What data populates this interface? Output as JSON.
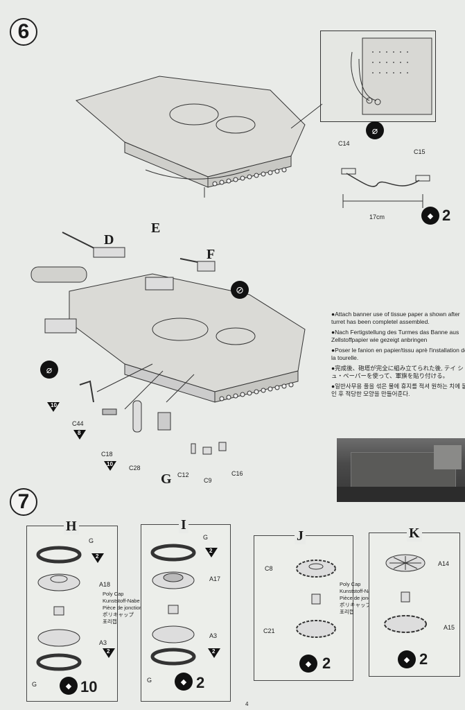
{
  "steps": {
    "six": "6",
    "seven": "7"
  },
  "step6": {
    "cable_parts": {
      "left": "C14",
      "right": "C15",
      "length": "17cm",
      "qty": "2"
    },
    "turret_labels": {
      "d": "D",
      "e": "E",
      "f": "F",
      "g": "G"
    },
    "part_labels": [
      "C44",
      "C18",
      "C28",
      "C12",
      "C9",
      "C16"
    ],
    "triangle_codes": [
      "10",
      "8",
      "10"
    ],
    "notes": [
      "●Attach banner use of tissue paper a shown after turret has been completel assembled.",
      "●Nach Fertigstellung des Turmes das Banne aus Zellstoffpapier wie gezeigt anbringen",
      "●Poser le fanion en papier/tissu aprè l'installation de la tourelle.",
      "●完成後、砲塔が完全に組み立てられた後, テイ シュ・ペーパーを使って、軍旗を貼り付ける。",
      "●일반사무용 풀을 섞은 물에 휴지를 적셔 원하는 치에 붙인 후 적당한 모양을 만들어준다."
    ]
  },
  "step7": {
    "panels": [
      {
        "letter": "H",
        "parts": [
          "G",
          "A18",
          "A3",
          "G"
        ],
        "qty": "10"
      },
      {
        "letter": "I",
        "parts": [
          "G",
          "A17",
          "A3",
          "G"
        ],
        "qty": "2"
      },
      {
        "letter": "J",
        "parts": [
          "C8",
          "C21"
        ],
        "qty": "2"
      },
      {
        "letter": "K",
        "parts": [
          "A14",
          "A15"
        ],
        "qty": "2"
      }
    ],
    "polycap_label": [
      "Poly Cap",
      "Kunststoff-Nabe",
      "Pièce de jonction",
      "ポリキャップ",
      "포리캡"
    ],
    "triangle_code": "2"
  },
  "page_number": "4"
}
